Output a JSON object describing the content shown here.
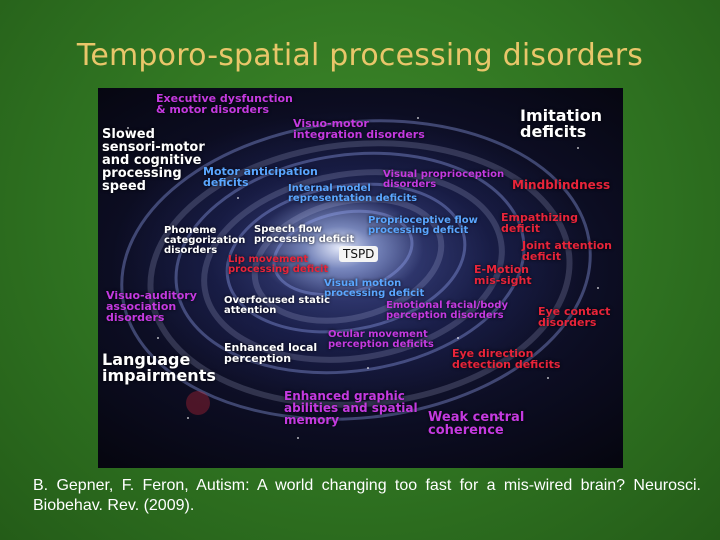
{
  "title": "Temporo-spatial processing disorders",
  "center_label": "TSPD",
  "labels": {
    "executive": "Executive dysfunction\n& motor disorders",
    "visuo_motor": "Visuo-motor\nintegration disorders",
    "imitation": "Imitation\ndeficits",
    "slowed": "Slowed\nsensori-motor\nand cognitive\nprocessing\nspeed",
    "motor_anticipation": "Motor anticipation\ndeficits",
    "visual_proprioception": "Visual proprioception\ndisorders",
    "mindblindness": "Mindblindness",
    "internal_model": "Internal model\nrepresentation deficits",
    "proprioceptive_flow": "Proprioceptive flow\nprocessing deficit",
    "empathizing": "Empathizing\ndeficit",
    "phoneme": "Phoneme\ncategorization\ndisorders",
    "speech_flow": "Speech flow\nprocessing deficit",
    "joint_attention": "Joint attention\ndeficit",
    "lip_movement": "Lip movement\nprocessing deficit",
    "visual_motion": "Visual motion\nprocessing deficit",
    "e_motion": "E-Motion\nmis-sight",
    "visuo_auditory": "Visuo-auditory\nassociation\ndisorders",
    "overfocused": "Overfocused static\nattention",
    "emotional_facial": "Emotional facial/body\nperception disorders",
    "eye_contact": "Eye contact\ndisorders",
    "ocular": "Ocular movement\nperception deficits",
    "enhanced_local": "Enhanced local\nperception",
    "language": "Language\nimpairments",
    "eye_direction": "Eye direction\ndetection deficits",
    "enhanced_graphic": "Enhanced graphic\nabilities and spatial\nmemory",
    "weak_central": "Weak central\ncoherence"
  },
  "citation": "B. Gepner, F. Feron, Autism: A world changing too fast for a mis-wired brain? Neurosci. Biobehav. Rev. (2009).",
  "colors": {
    "background_green": "#2f7321",
    "title": "#e9c66a",
    "label_white": "#ffffff",
    "label_magenta": "#c43ae0",
    "label_blue": "#5aa6ff",
    "label_red": "#e8243a"
  }
}
